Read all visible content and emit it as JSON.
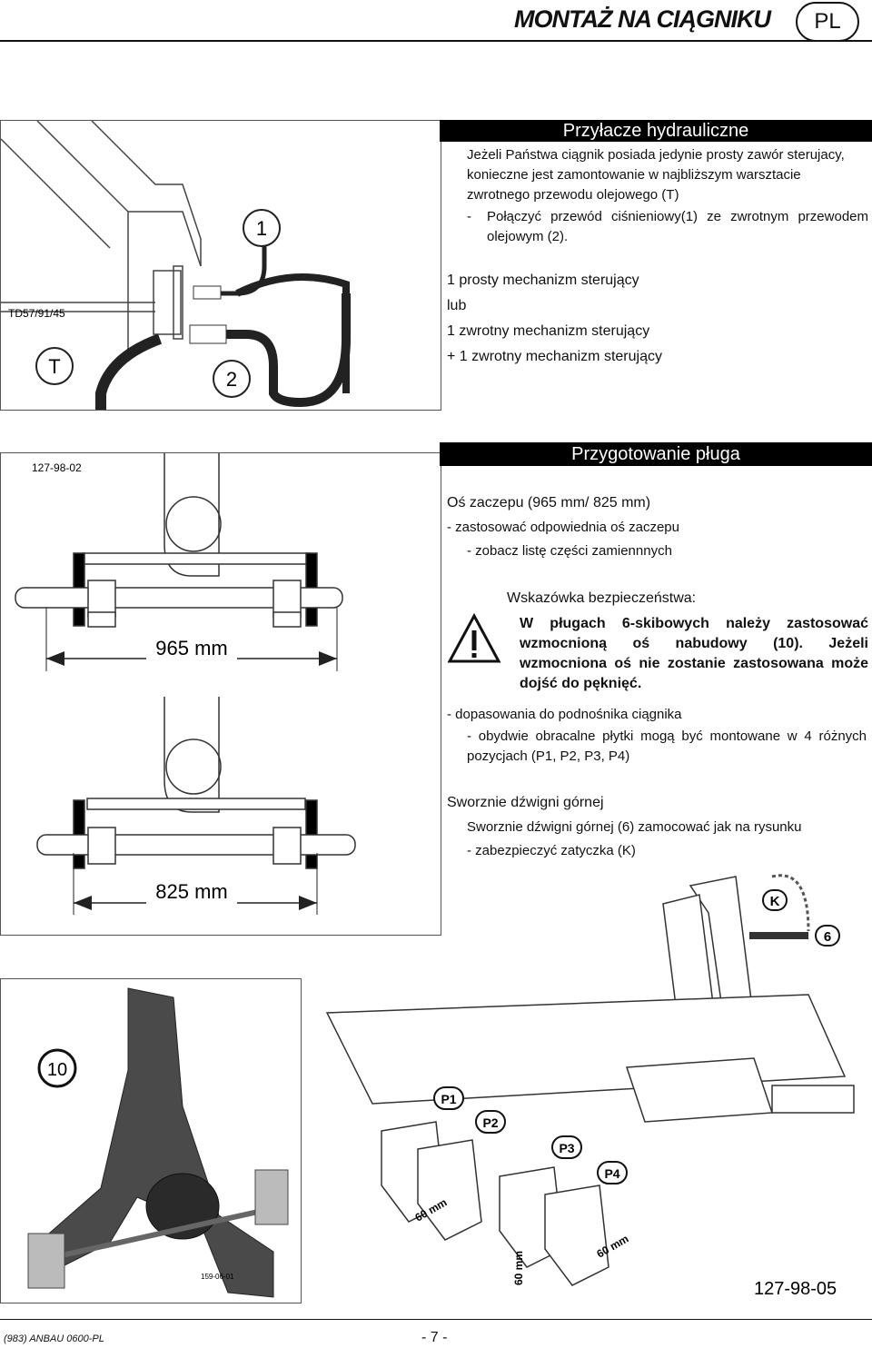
{
  "header": {
    "title": "MONTAŻ NA CIĄGNIKU",
    "badge": "PL"
  },
  "hydraulic": {
    "bar_title": "Przyłacze hydrauliczne",
    "para1": "Jeżeli Państwa ciągnik posiada jedynie prosty zawór sterujacy, konieczne jest zamontowanie w najbliższym warsztacie zwrotnego przewodu olejowego (T)",
    "bullet_dash": "-",
    "bullet": "Połączyć przewód ciśnieniowy(1) ze zwrotnym przewodem olejowym (2).",
    "line1": "1   prosty mechanizm sterujący",
    "line2": "lub",
    "line3": "1   zwrotny mechanizm sterujący",
    "line4": "+   1 zwrotny mechanizm sterujący",
    "fig_code": "TD57/91/45",
    "callout_1": "1",
    "callout_2": "2",
    "callout_T": "T"
  },
  "plough": {
    "bar_title": "Przygotowanie pługa",
    "fig_code": "127-98-02",
    "dim_965": "965 mm",
    "dim_825": "825 mm",
    "axis_heading": "Oś zaczepu (965 mm/ 825 mm)",
    "axis_item1": "-   zastosować odpowiednia oś zaczepu",
    "axis_item2": "-   zobacz listę części zamiennnych",
    "safety_heading": "Wskazówka bezpieczeństwa:",
    "safety_text": "W pługach 6-skibowych należy zastosować wzmocnioną oś nabudowy (10). Jeżeli wzmocniona oś nie zostanie zastosowana może dojść do pęknięć.",
    "fit_item": "-   dopasowania do podnośnika ciągnika",
    "fit_sub": "-   obydwie obracalne płytki mogą być montowane w 4 różnych pozycjach (P1, P2, P3, P4)",
    "pins_heading": "Sworznie dźwigni górnej",
    "pins_text": "Sworznie dźwigni górnej (6) zamocować jak na rysunku",
    "pins_item": "-   zabezpieczyć zatyczka (K)"
  },
  "figures": {
    "callout_10": "10",
    "small_code": "159-06-01",
    "callout_K": "K",
    "callout_6": "6",
    "p1": "P1",
    "p2": "P2",
    "p3": "P3",
    "p4": "P4",
    "mm60a": "60 mm",
    "mm60b": "60 mm",
    "mm60c": "60 mm",
    "code_bottom": "127-98-05"
  },
  "footer": {
    "left": "(983) ANBAU 0600-PL",
    "page": "- 7 -"
  }
}
